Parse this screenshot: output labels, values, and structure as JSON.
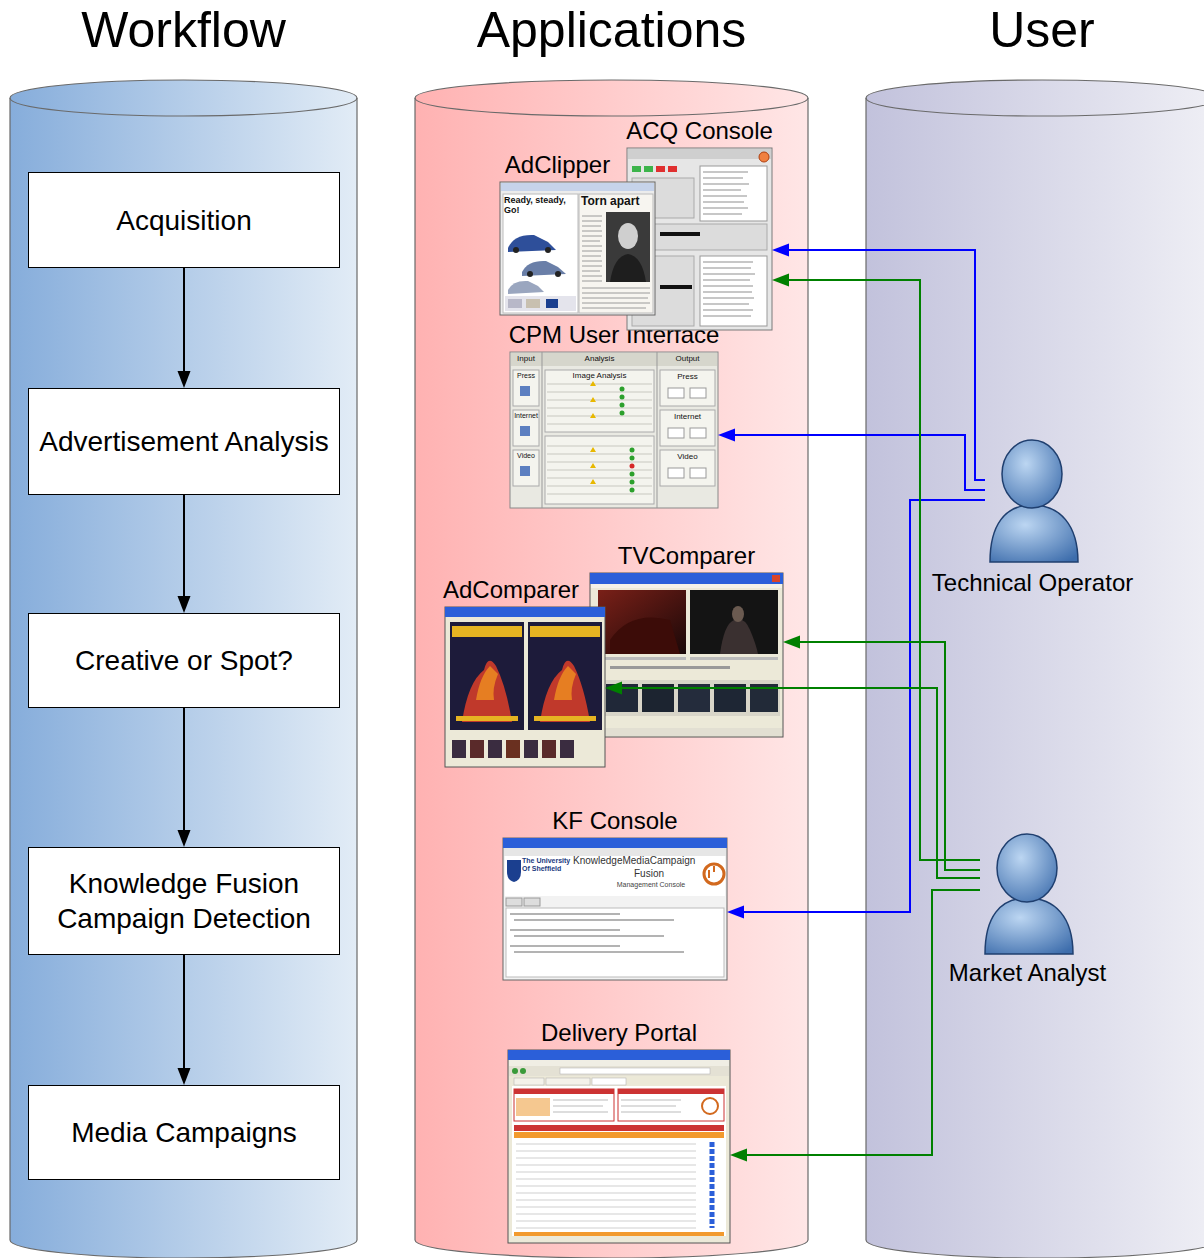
{
  "diagram": {
    "nodes": [
      {
        "text": [
          "Workflow"
        ]
      },
      {
        "text": [
          "Acquisition"
        ],
        "in": 0
      },
      {
        "text": [
          "Advertisement Analysis"
        ],
        "in": 0
      },
      {
        "text": [
          "Creative or Spot?"
        ],
        "in": 0
      },
      {
        "text": [
          "Knowledge Fusion Campaign Detection"
        ],
        "in": 0
      },
      {
        "text": [
          "Media Campaigns"
        ],
        "in": 0
      },
      {
        "text": [
          "Applications"
        ]
      },
      {
        "text": [
          "ACQ Console"
        ],
        "in": 6
      },
      {
        "text": [
          "AdClipper",
          "Ready, steady, Go!",
          "Torn apart"
        ],
        "in": 6
      },
      {
        "text": [
          "CPM User Interface",
          "Input",
          "Analysis",
          "Output",
          "Image Analysis",
          "Press",
          "Internet",
          "Video",
          "Press",
          "Internet",
          "Video"
        ],
        "in": 6
      },
      {
        "text": [
          "TVComparer"
        ],
        "in": 6
      },
      {
        "text": [
          "AdComparer"
        ],
        "in": 6
      },
      {
        "text": [
          "KF Console",
          "The University Of Sheffield",
          "KnowledgeMediaCampaign",
          "Fusion",
          "Management Console"
        ],
        "in": 6
      },
      {
        "text": [
          "Delivery Portal"
        ],
        "in": 6
      },
      {
        "text": [
          "User"
        ]
      },
      {
        "text": [
          "Technical Operator"
        ],
        "in": 14
      },
      {
        "text": [
          "Market Analyst"
        ],
        "in": 14
      }
    ],
    "edges": [
      {
        "from": 1,
        "to": 2,
        "arrow": "to"
      },
      {
        "from": 2,
        "to": 3,
        "arrow": "to"
      },
      {
        "from": 3,
        "to": 4,
        "arrow": "to"
      },
      {
        "from": 4,
        "to": 5,
        "arrow": "to"
      },
      {
        "from": 15,
        "to": 7,
        "arrow": "to"
      },
      {
        "from": 15,
        "to": 9,
        "arrow": "to"
      },
      {
        "from": 15,
        "to": 12,
        "arrow": "to"
      },
      {
        "from": 16,
        "to": 7,
        "arrow": "to"
      },
      {
        "from": 16,
        "to": 10,
        "arrow": "to"
      },
      {
        "from": 16,
        "to": 11,
        "arrow": "to"
      },
      {
        "from": 16,
        "to": 13,
        "arrow": "to"
      }
    ]
  }
}
